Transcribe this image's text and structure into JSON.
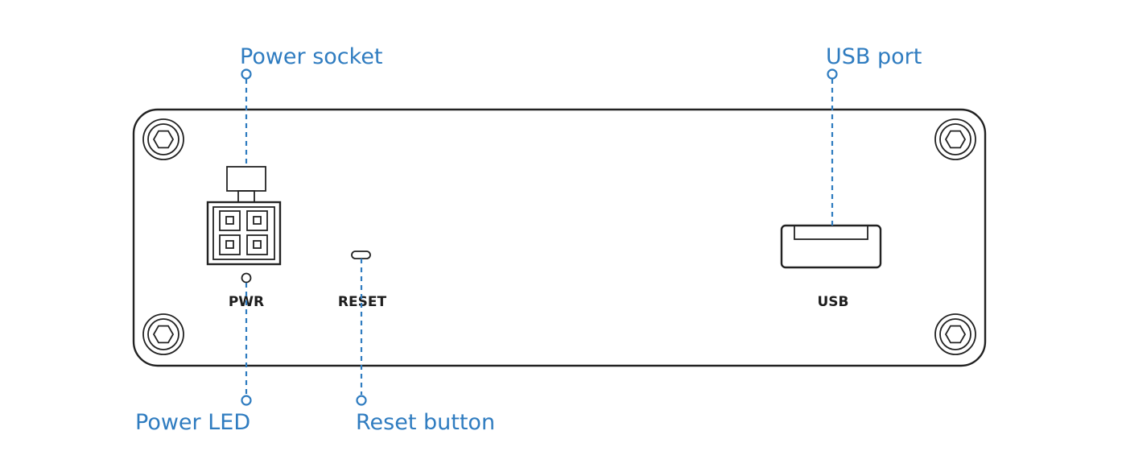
{
  "callouts": {
    "power_socket": "Power socket",
    "usb_port": "USB port",
    "power_led": "Power LED",
    "reset_button": "Reset button"
  },
  "panel_labels": {
    "pwr": "PWR",
    "reset": "RESET",
    "usb": "USB"
  },
  "colors": {
    "callout": "#2f7cc0",
    "outline": "#222222"
  }
}
